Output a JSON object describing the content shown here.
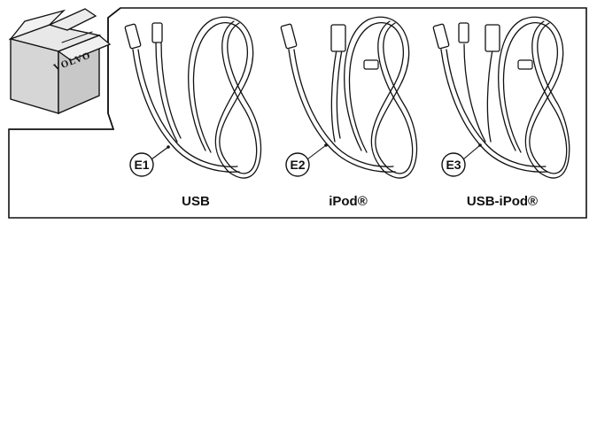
{
  "box": {
    "brand": "VOLVO"
  },
  "cables": [
    {
      "callout": "E1",
      "label": "USB"
    },
    {
      "callout": "E2",
      "label": "iPod®"
    },
    {
      "callout": "E3",
      "label": "USB-iPod®"
    }
  ]
}
